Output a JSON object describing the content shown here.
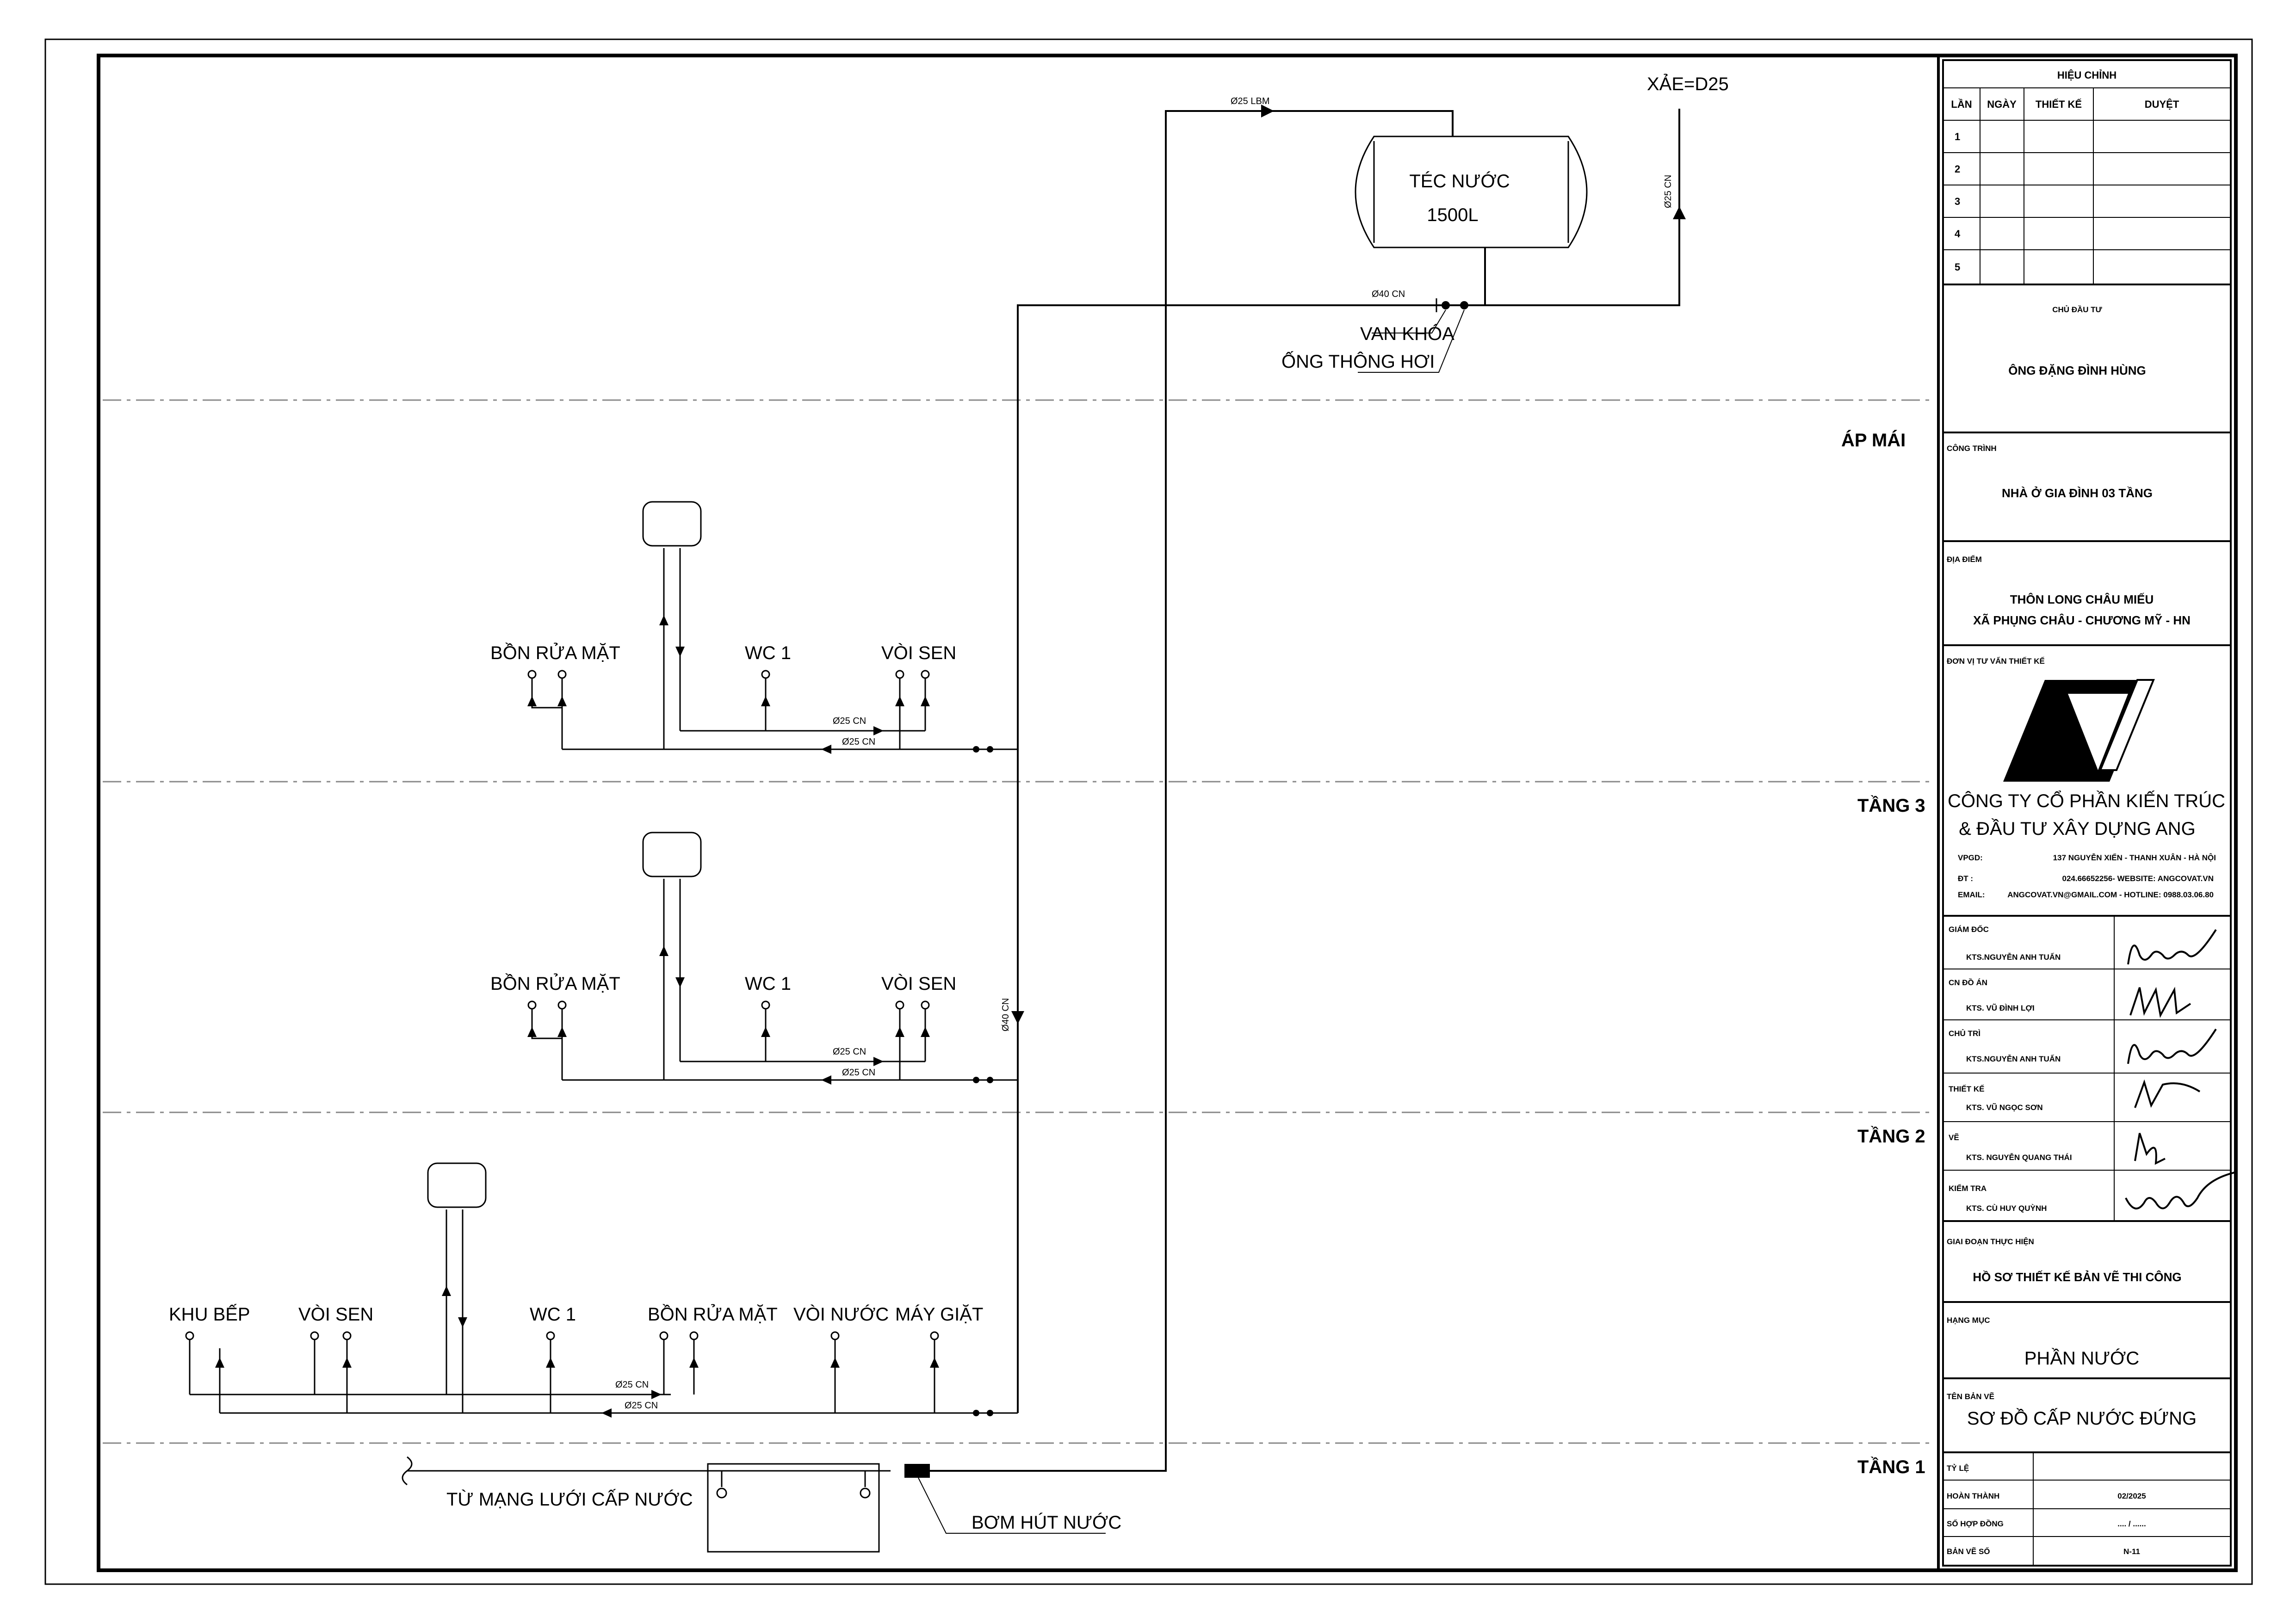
{
  "tank": {
    "label": "TÉC NƯỚC",
    "capacity": "1500L"
  },
  "overflow_label": "XẢE=D25",
  "valve_label": "VAN KHÓA",
  "vent_label": "ỐNG THÔNG HƠI",
  "supply_label": "TỪ MẠNG LƯỚI CẤP NƯỚC",
  "pump_label": "BƠM HÚT NƯỚC",
  "pipe_labels": {
    "lbm25": "Ø25 LBM",
    "cn40": "Ø40 CN",
    "cn25": "Ø25 CN"
  },
  "floors": {
    "roof": "ÁP MÁI",
    "f3": "TẦNG 3",
    "f2": "TẦNG 2",
    "f1": "TẦNG 1"
  },
  "fixtures": {
    "basin": "BỒN RỬA MẶT",
    "wc": "WC 1",
    "shower": "VÒI SEN",
    "kitchen": "KHU BẾP",
    "faucet": "VÒI NƯỚC",
    "washer": "MÁY GIẶT"
  },
  "title_block": {
    "revision_header": "HIỆU CHỈNH",
    "revision_cols": [
      "LẦN",
      "NGÀY",
      "THIẾT KẾ",
      "DUYỆT"
    ],
    "revision_rows": [
      "1",
      "2",
      "3",
      "4",
      "5"
    ],
    "owner_label": "CHỦ ĐẦU TƯ",
    "owner": "ÔNG ĐẶNG ĐÌNH HÙNG",
    "project_label": "CÔNG TRÌNH",
    "project": "NHÀ Ở GIA ĐÌNH 03 TẦNG",
    "location_label": "ĐỊA ĐIỂM",
    "location_1": "THÔN LONG CHÂU MIẾU",
    "location_2": "XÃ PHỤNG CHÂU - CHƯƠNG MỸ - HN",
    "consultant_label": "ĐƠN VỊ TƯ VẤN THIẾT KẾ",
    "company_1": "CÔNG TY CỔ PHẦN KIẾN TRÚC",
    "company_2": "& ĐẦU  TƯ XÂY DỰNG ANG",
    "vpgd_label": "VPGD:",
    "vpgd": "137 NGUYỄN XIỂN - THANH XUÂN - HÀ NỘI",
    "dt_label": "ĐT    :",
    "dt": "024.66652256- WEBSITE: ANGCOVAT.VN",
    "email_label": "EMAIL:",
    "email": "ANGCOVAT.VN@GMAIL.COM - HOTLINE: 0988.03.06.80",
    "staff": [
      {
        "role": "GIÁM ĐỐC",
        "name": "KTS.NGUYỄN ANH TUẤN"
      },
      {
        "role": "CN ĐỒ ÁN",
        "name": "KTS. VŨ ĐÌNH LỢI"
      },
      {
        "role": "CHỦ TRÌ",
        "name": "KTS.NGUYỄN ANH TUẤN"
      },
      {
        "role": "THIẾT KẾ",
        "name": "KTS. VŨ NGỌC SƠN"
      },
      {
        "role": "VẼ",
        "name": "KTS. NGUYỄN QUANG THÁI"
      },
      {
        "role": "KIỂM TRA",
        "name": "KTS. CÙ HUY QUỲNH"
      }
    ],
    "stage_label": "GIAI ĐOẠN THỰC HIỆN",
    "stage": "HỒ SƠ THIẾT KẾ BẢN VẼ THI CÔNG",
    "category_label": "HẠNG MỤC",
    "category": "PHẦN NƯỚC",
    "drawing_label": "TÊN BẢN VẼ",
    "drawing": "SƠ ĐỒ CẤP NƯỚC ĐỨNG",
    "scale_label": "TỶ LỆ",
    "scale": "",
    "completed_label": "HOÀN THÀNH",
    "completed": "02/2025",
    "contract_label": "SỐ HỢP ĐỒNG",
    "contract": ".... / ......",
    "sheet_label": "BẢN VẼ SỐ",
    "sheet": "N-11"
  }
}
